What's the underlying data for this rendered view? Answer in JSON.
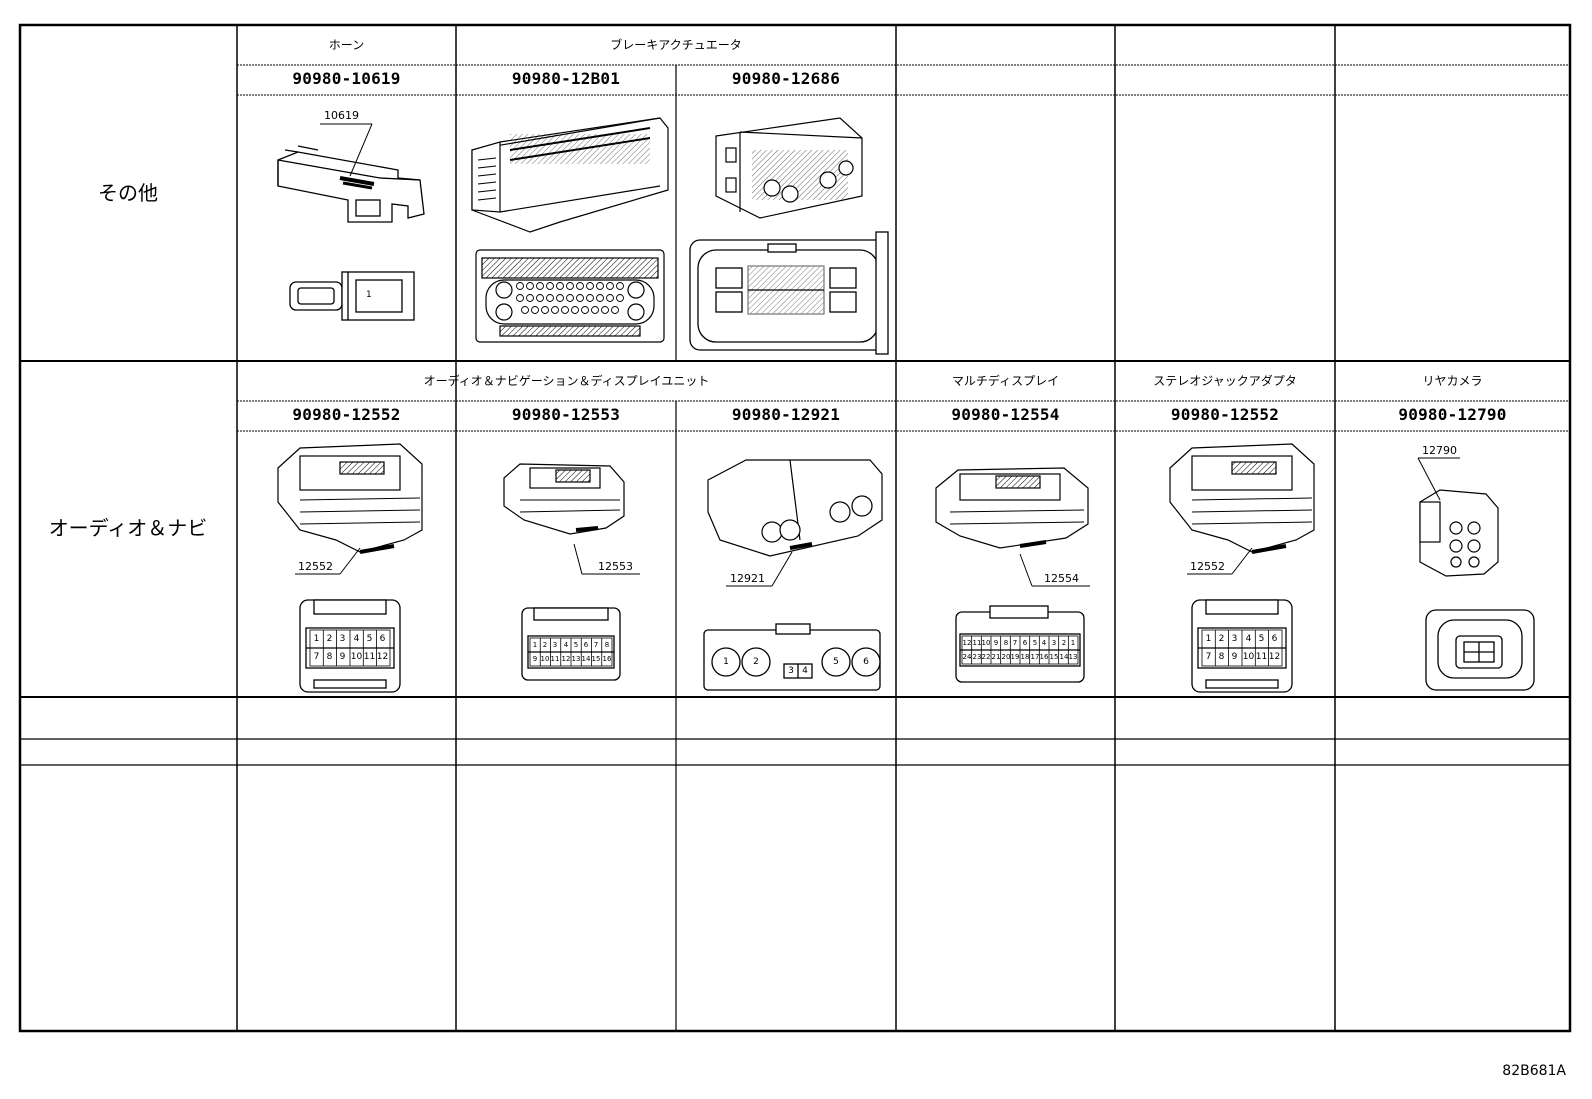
{
  "rows": [
    {
      "category": "その他",
      "groups": [
        {
          "label": "ホーン"
        },
        {
          "label": "ブレーキアクチュエータ"
        }
      ],
      "parts": [
        {
          "number": "90980-10619",
          "callout": "10619"
        },
        {
          "number": "90980-12B01",
          "callout": ""
        },
        {
          "number": "90980-12686",
          "callout": ""
        }
      ],
      "pins": {
        "horn": "1"
      }
    },
    {
      "category": "オーディオ＆ナビ",
      "groups": [
        {
          "label": "オーディオ＆ナビゲーション＆ディスプレイユニット"
        },
        {
          "label": "マルチディスプレイ"
        },
        {
          "label": "ステレオジャックアダプタ"
        },
        {
          "label": "リヤカメラ"
        }
      ],
      "parts": [
        {
          "number": "90980-12552",
          "callout": "12552"
        },
        {
          "number": "90980-12553",
          "callout": "12553"
        },
        {
          "number": "90980-12921",
          "callout": "12921"
        },
        {
          "number": "90980-12554",
          "callout": "12554"
        },
        {
          "number": "90980-12552",
          "callout": "12552"
        },
        {
          "number": "90980-12790",
          "callout": "12790"
        }
      ],
      "pins": {
        "p12552_top": [
          "1",
          "2",
          "3",
          "4",
          "5",
          "6"
        ],
        "p12552_bottom": [
          "7",
          "8",
          "9",
          "10",
          "11",
          "12"
        ],
        "p12553_top": [
          "1",
          "2",
          "3",
          "4",
          "5",
          "6",
          "7",
          "8"
        ],
        "p12553_bottom": [
          "9",
          "10",
          "11",
          "12",
          "13",
          "14",
          "15",
          "16"
        ],
        "p12921_round": [
          "1",
          "2",
          "5",
          "6"
        ],
        "p12921_square": [
          "3",
          "4"
        ],
        "p12554_top": [
          "12",
          "11",
          "10",
          "9",
          "8",
          "7",
          "6",
          "5",
          "4",
          "3",
          "2",
          "1"
        ],
        "p12554_bottom": [
          "24",
          "23",
          "22",
          "21",
          "20",
          "19",
          "18",
          "17",
          "16",
          "15",
          "14",
          "13"
        ]
      }
    }
  ],
  "drawing_code": "82B681A"
}
